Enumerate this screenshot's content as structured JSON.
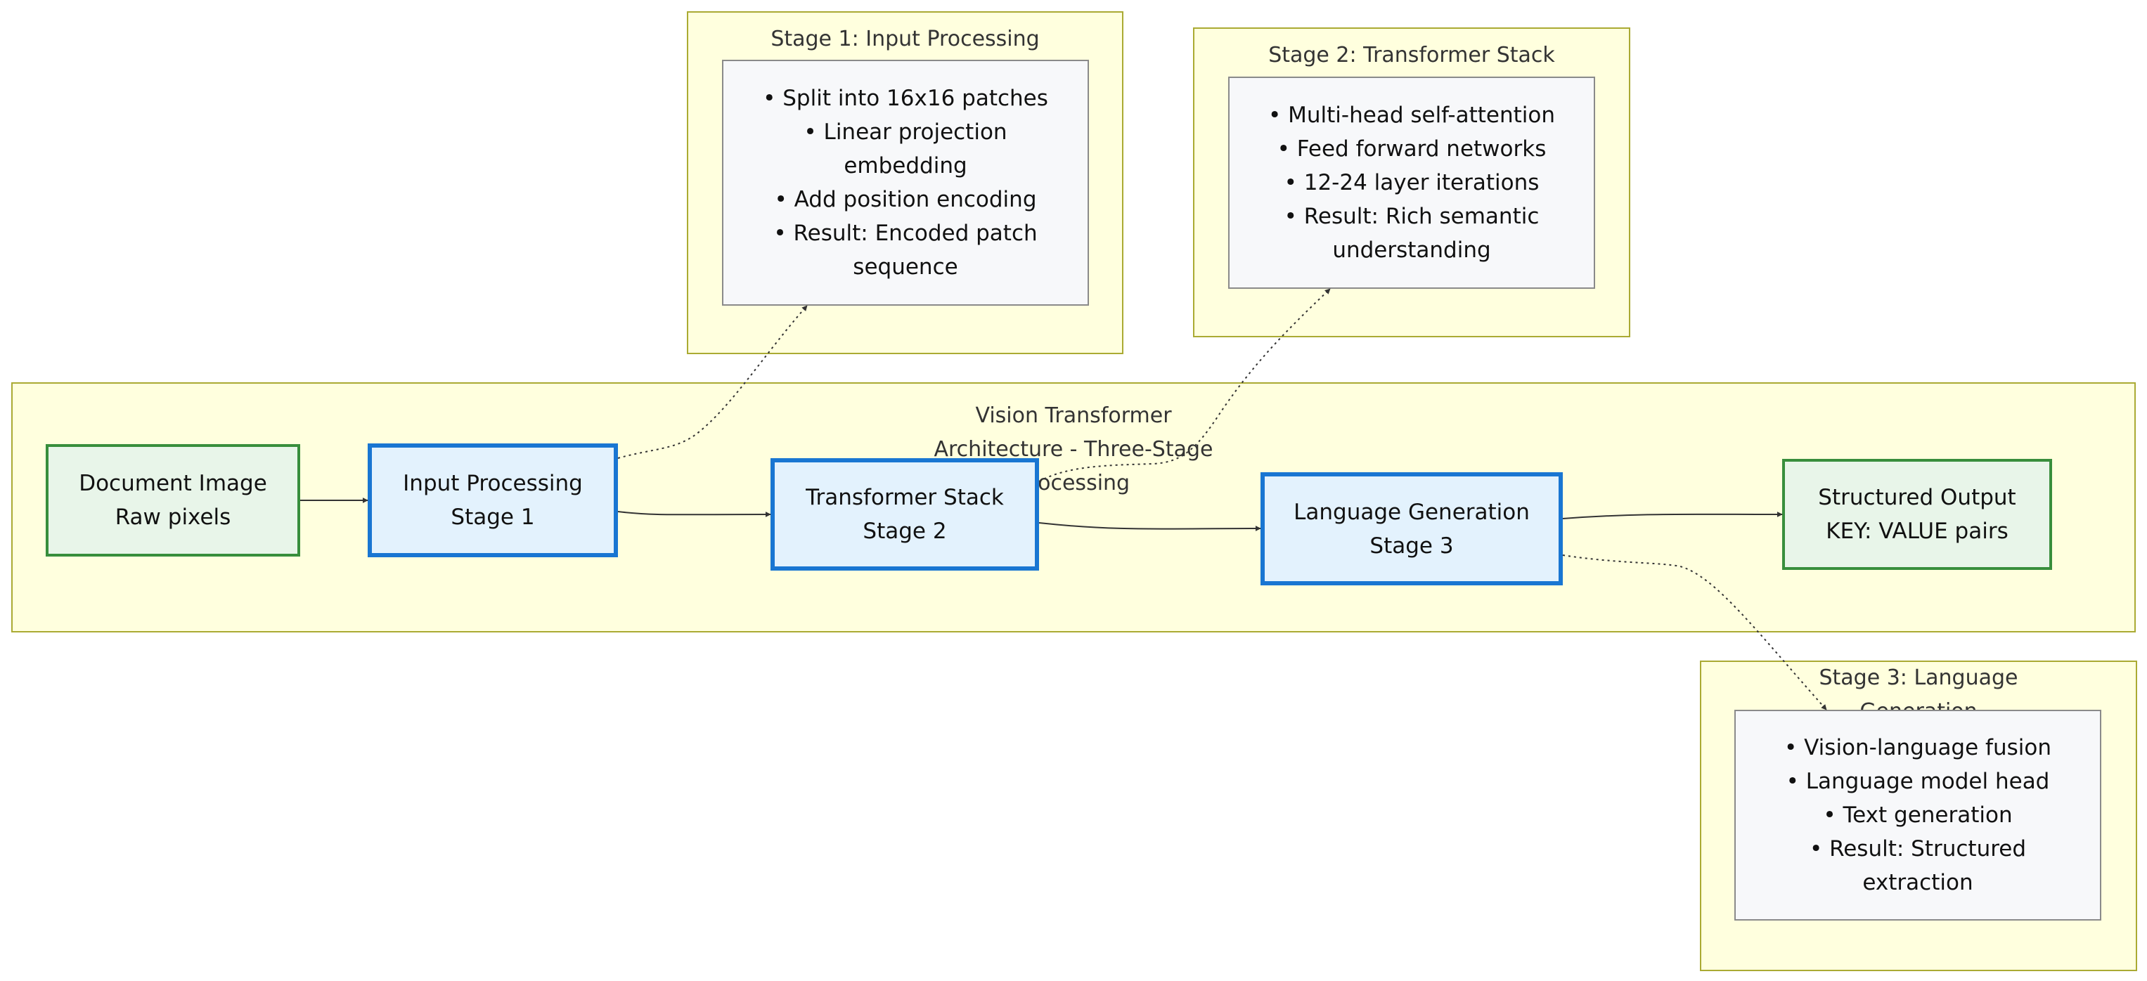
{
  "clusters": {
    "main": {
      "title_lines": [
        "Vision Transformer",
        "Architecture - Three-Stage",
        "Processing"
      ]
    },
    "stage1": {
      "title_lines": [
        "Stage 1: Input Processing"
      ]
    },
    "stage2": {
      "title_lines": [
        "Stage 2: Transformer Stack"
      ]
    },
    "stage3": {
      "title_lines": [
        "Stage 3: Language",
        "Generation"
      ]
    }
  },
  "nodes": {
    "document_image": {
      "lines": [
        "Document Image",
        "Raw pixels"
      ]
    },
    "input_processing": {
      "lines": [
        "Input Processing",
        "Stage 1"
      ]
    },
    "transformer_stack": {
      "lines": [
        "Transformer Stack",
        "Stage 2"
      ]
    },
    "language_generation": {
      "lines": [
        "Language Generation",
        "Stage 3"
      ]
    },
    "structured_output": {
      "lines": [
        "Structured Output",
        "KEY: VALUE pairs"
      ]
    },
    "stage1_details": {
      "lines": [
        "• Split into 16x16 patches",
        "• Linear projection",
        "embedding",
        "• Add position encoding",
        "• Result: Encoded patch",
        "sequence"
      ]
    },
    "stage2_details": {
      "lines": [
        "• Multi-head self-attention",
        "• Feed forward networks",
        "• 12-24 layer iterations",
        "• Result: Rich semantic",
        "understanding"
      ]
    },
    "stage3_details": {
      "lines": [
        "• Vision-language fusion",
        "• Language model head",
        "• Text generation",
        "• Result: Structured",
        "extraction"
      ]
    }
  },
  "colors": {
    "cluster_fill": "#ffffde",
    "cluster_border": "#aaaa33",
    "io_fill": "#e8f5e9",
    "io_border": "#388e3c",
    "stage_fill": "#e3f2fd",
    "stage_border": "#1976d2",
    "detail_fill": "#f7f8fa",
    "detail_border": "#8a8a8a",
    "edge": "#333333"
  },
  "edges": [
    {
      "from": "document_image",
      "to": "input_processing",
      "style": "solid"
    },
    {
      "from": "input_processing",
      "to": "transformer_stack",
      "style": "solid"
    },
    {
      "from": "transformer_stack",
      "to": "language_generation",
      "style": "solid"
    },
    {
      "from": "language_generation",
      "to": "structured_output",
      "style": "solid"
    },
    {
      "from": "input_processing",
      "to": "stage1_details",
      "style": "dotted"
    },
    {
      "from": "transformer_stack",
      "to": "stage2_details",
      "style": "dotted"
    },
    {
      "from": "language_generation",
      "to": "stage3_details",
      "style": "dotted"
    }
  ]
}
